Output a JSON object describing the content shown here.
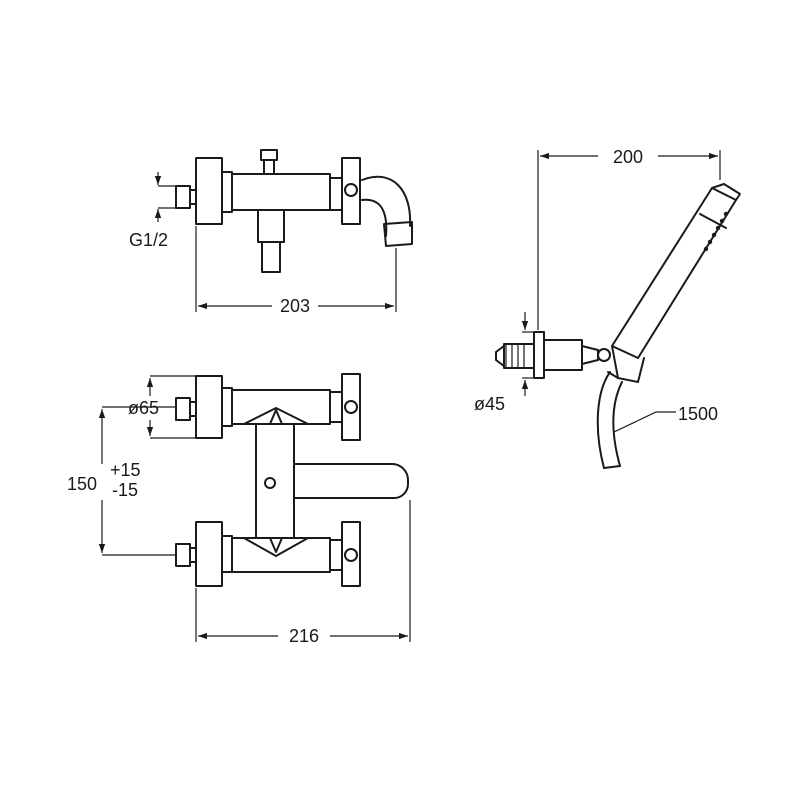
{
  "dimensions": {
    "top_width": "203",
    "thread": "G1/2",
    "flange_diameter": "ø65",
    "centers_nominal": "150",
    "centers_tol_plus": "+15",
    "centers_tol_minus": "-15",
    "front_width": "216",
    "shower_reach": "200",
    "bracket_diameter": "ø45",
    "hose_length": "1500"
  },
  "colors": {
    "ink": "#1a1a1a",
    "background": "#ffffff"
  }
}
